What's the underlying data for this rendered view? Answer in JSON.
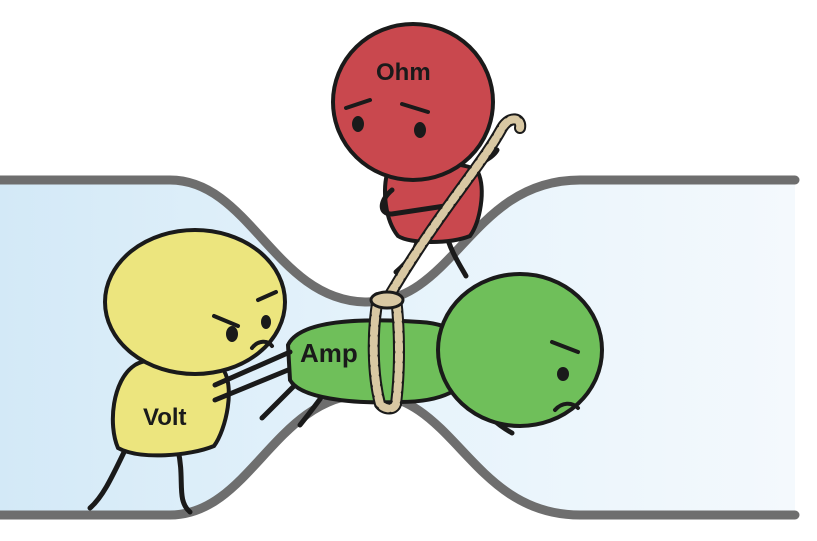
{
  "characters": {
    "ohm": {
      "label": "Ohm",
      "color": "#c9484e"
    },
    "volt": {
      "label": "Volt",
      "color": "#ece57e"
    },
    "amp": {
      "label": "Amp",
      "color": "#6fbf5a"
    }
  },
  "colors": {
    "pipe_wall": "#6e6e6e",
    "pipe_fill": "#d9ecf8",
    "rope": "#d9c8a3",
    "outline": "#1a1a1a"
  }
}
